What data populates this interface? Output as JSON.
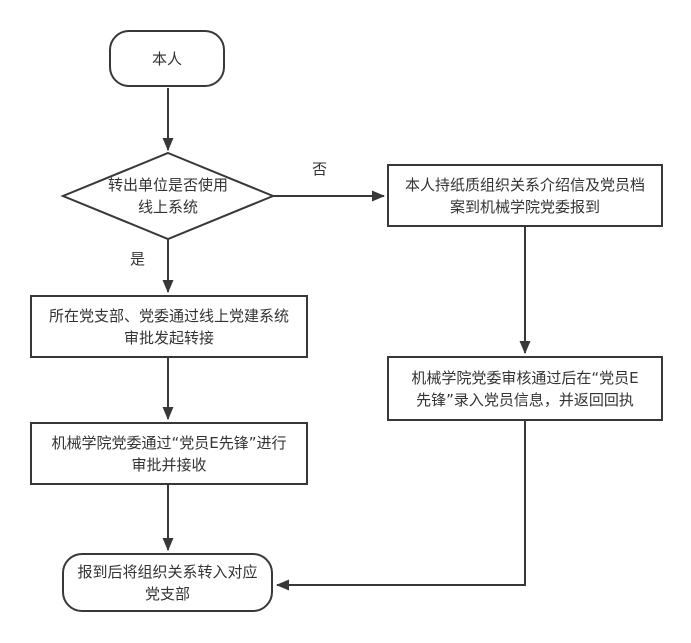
{
  "flowchart": {
    "nodes": {
      "start": {
        "type": "terminator",
        "label": "本人"
      },
      "decision": {
        "type": "decision",
        "label": "转出单位是否使用线上系统"
      },
      "online_initiate": {
        "type": "process",
        "label": "所在党支部、党委通过线上党建系统审批发起转接"
      },
      "online_approve": {
        "type": "process",
        "label": "机械学院党委通过“党员E先锋”进行审批并接收"
      },
      "offline_report": {
        "type": "process",
        "label": "本人持纸质组织关系介绍信及党员档案到机械学院党委报到"
      },
      "offline_record": {
        "type": "process",
        "label": "机械学院党委审核通过后在“党员E先锋”录入党员信息，并返回回执"
      },
      "end": {
        "type": "terminator",
        "label": "报到后将组织关系转入对应党支部"
      }
    },
    "edges": [
      {
        "from": "start",
        "to": "decision",
        "label": ""
      },
      {
        "from": "decision",
        "to": "online_initiate",
        "label": "是"
      },
      {
        "from": "decision",
        "to": "offline_report",
        "label": "否"
      },
      {
        "from": "online_initiate",
        "to": "online_approve",
        "label": ""
      },
      {
        "from": "online_approve",
        "to": "end",
        "label": ""
      },
      {
        "from": "offline_report",
        "to": "offline_record",
        "label": ""
      },
      {
        "from": "offline_record",
        "to": "end",
        "label": ""
      }
    ],
    "colors": {
      "stroke": "#383838",
      "text": "#333333",
      "background": "#ffffff"
    }
  }
}
